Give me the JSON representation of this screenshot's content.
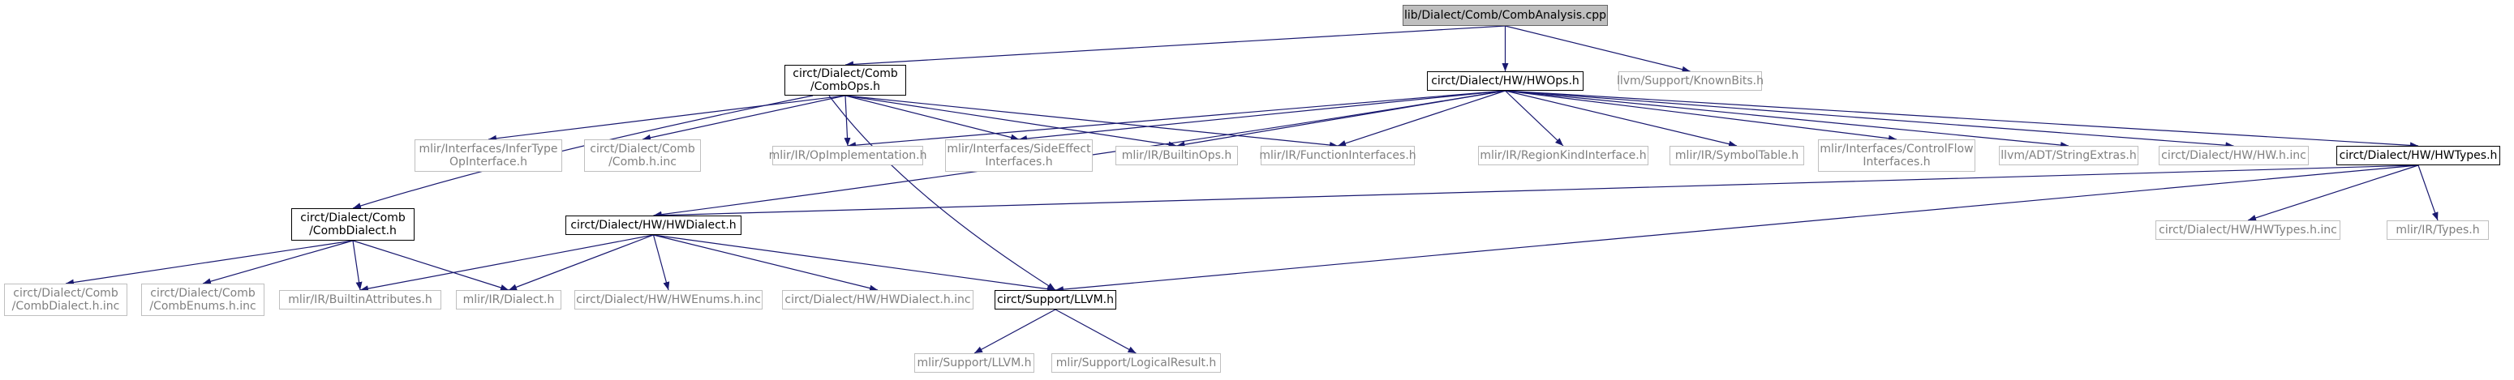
{
  "colors": {
    "edge": "#191970",
    "root_fill": "#bfbfbf",
    "main_border": "#000000",
    "external_border": "#bfbfbf",
    "external_text": "#808080"
  },
  "nodes": {
    "combanalysis_cpp": "lib/Dialect/Comb/CombAnalysis.cpp",
    "comb_ops_h": "circt/Dialect/Comb\n/CombOps.h",
    "hw_ops_h": "circt/Dialect/HW/HWOps.h",
    "known_bits_h": "llvm/Support/KnownBits.h",
    "infer_type_op_interface_h": "mlir/Interfaces/InferType\nOpInterface.h",
    "comb_h_inc": "circt/Dialect/Comb\n/Comb.h.inc",
    "op_implementation_h": "mlir/IR/OpImplementation.h",
    "side_effect_interfaces_h": "mlir/Interfaces/SideEffect\nInterfaces.h",
    "builtin_ops_h": "mlir/IR/BuiltinOps.h",
    "function_interfaces_h": "mlir/IR/FunctionInterfaces.h",
    "region_kind_interface_h": "mlir/IR/RegionKindInterface.h",
    "symbol_table_h": "mlir/IR/SymbolTable.h",
    "control_flow_interfaces_h": "mlir/Interfaces/ControlFlow\nInterfaces.h",
    "string_extras_h": "llvm/ADT/StringExtras.h",
    "hw_h_inc": "circt/Dialect/HW/HW.h.inc",
    "hw_types_h": "circt/Dialect/HW/HWTypes.h",
    "comb_dialect_h": "circt/Dialect/Comb\n/CombDialect.h",
    "hw_dialect_h": "circt/Dialect/HW/HWDialect.h",
    "hw_types_h_inc": "circt/Dialect/HW/HWTypes.h.inc",
    "mlir_types_h": "mlir/IR/Types.h",
    "comb_dialect_h_inc": "circt/Dialect/Comb\n/CombDialect.h.inc",
    "comb_enums_h_inc": "circt/Dialect/Comb\n/CombEnums.h.inc",
    "builtin_attributes_h": "mlir/IR/BuiltinAttributes.h",
    "mlir_dialect_h": "mlir/IR/Dialect.h",
    "hw_enums_h_inc": "circt/Dialect/HW/HWEnums.h.inc",
    "hw_dialect_h_inc": "circt/Dialect/HW/HWDialect.h.inc",
    "support_llvm_h": "circt/Support/LLVM.h",
    "mlir_support_llvm_h": "mlir/Support/LLVM.h",
    "logical_result_h": "mlir/Support/LogicalResult.h"
  }
}
